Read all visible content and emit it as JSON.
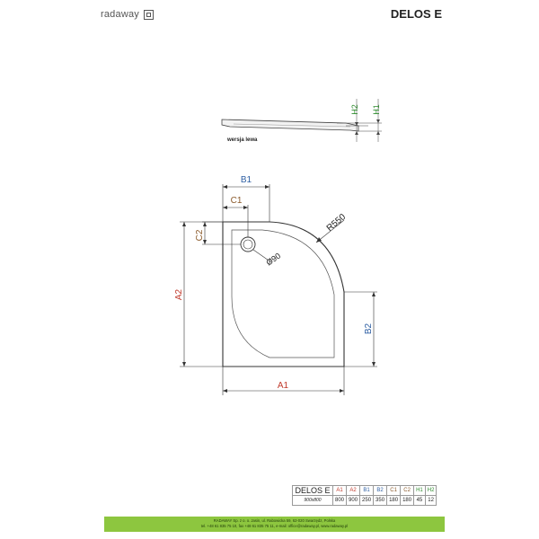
{
  "brand": {
    "name": "radaway"
  },
  "model": "DELOS E",
  "variant_label": "wersja lewa",
  "dimension_labels": {
    "H1": "H1",
    "H2": "H2",
    "B1": "B1",
    "B2": "B2",
    "C1": "C1",
    "C2": "C2",
    "A1": "A1",
    "A2": "A2",
    "radius": "R550",
    "drain": "Ø90"
  },
  "colors": {
    "A": "#c0392b",
    "B": "#2e5fa3",
    "C": "#8b5a2b",
    "H": "#2e8b2e",
    "footer": "#8dc63f"
  },
  "spec_table": {
    "model": "DELOS E",
    "size": "900x800",
    "headers": [
      "A1",
      "A2",
      "B1",
      "B2",
      "C1",
      "C2",
      "H1",
      "H2"
    ],
    "values": [
      "800",
      "900",
      "250",
      "350",
      "180",
      "180",
      "45",
      "12"
    ]
  },
  "footer": {
    "line1": "RADAWAY Sp. z o. o. Jasin, ul. Rabowicka 59, 62-020 Swarzędz, Polska",
    "line2": "tel. +48 61 835 75 10, fax +48 61 835 75 11, e-mail: office@radaway.pl, www.radaway.pl"
  }
}
